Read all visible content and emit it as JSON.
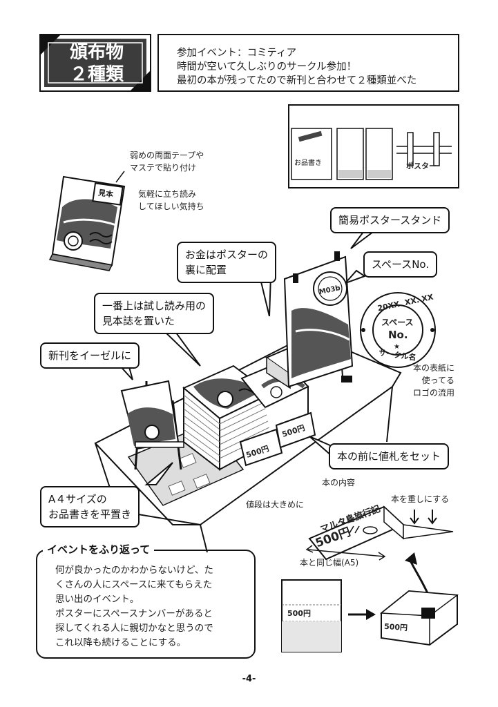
{
  "title_badge": {
    "line1": "頒布物",
    "line2": "２種類"
  },
  "header_note": {
    "line1": "参加イベント：コミティア",
    "line2": "時間が空いて久しぶりのサークル参加！",
    "line3": "最初の本が残ってたので新刊と合わせて２種類並べた"
  },
  "layout_panel": {
    "label_menu": "お品書き",
    "label_poster": "ポスター"
  },
  "sample_book": {
    "stamp": "見本",
    "note_tape": [
      "弱めの両面テープや",
      "マステで貼り付け"
    ],
    "note_read": [
      "気軽に立ち読み",
      "してほしい気持ち"
    ]
  },
  "callouts": {
    "poster_stand": "簡易ポスタースタンド",
    "money": [
      "お金はポスターの",
      "裏に配置"
    ],
    "space_no": "スペースNo.",
    "sample_top": [
      "一番上は試し読み用の",
      "見本誌を置いた"
    ],
    "easel": "新刊をイーゼルに",
    "price_tag": "本の前に値札をセット",
    "a4_menu": [
      "A４サイズの",
      "お品書きを平置き"
    ]
  },
  "poster_stamp": "M03b",
  "logo": {
    "date": "20XX. XX. XX",
    "center1": "スペース",
    "center2": "No.",
    "bottom": "サークル名",
    "note": [
      "本の表紙に",
      "使ってる",
      "ロゴの流用"
    ]
  },
  "table_tags": {
    "tag1": "500円",
    "tag2": "500円"
  },
  "price_tag_detail": {
    "label_content": "本の内容",
    "label_price": "値段は大きめに",
    "label_weight": "本を重しにする",
    "book_title": "マルタ島旅行記",
    "price": "500円",
    "width_note": "本と同じ幅(A5)",
    "sheet_price": "500円",
    "folded_price": "500円"
  },
  "reflection": {
    "title": "イベントをふり返って",
    "lines": [
      "何が良かったのかわからないけど、た",
      "くさんの人にスペースに来てもらえた",
      "思い出のイベント。",
      "ポスターにスペースナンバーがあると",
      "探してくれる人に親切かなと思うので",
      "これ以降も続けることにする。"
    ]
  },
  "page_number": "-4-"
}
